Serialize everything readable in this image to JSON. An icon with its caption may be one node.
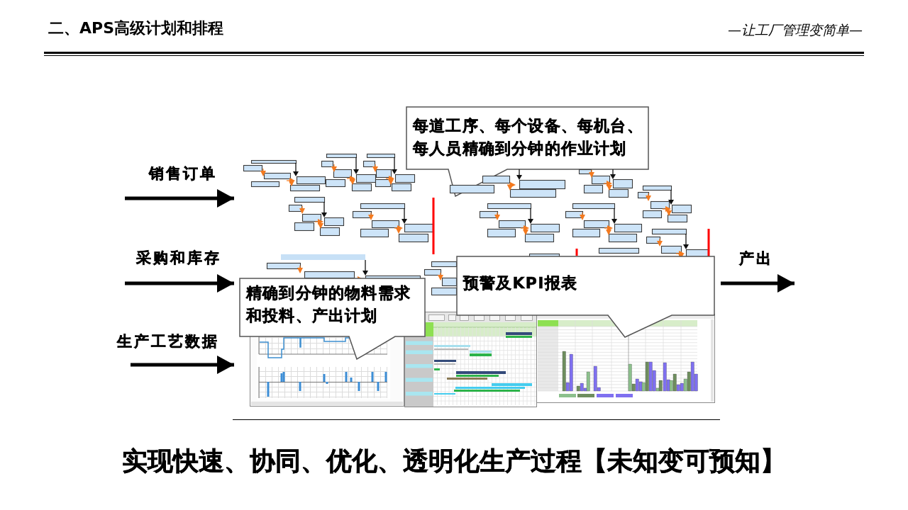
{
  "diagram": {
    "title": "二、APS高级计划和排程",
    "caption": "实现快速、协同、优化、透明化生产过程【未知变可预知】",
    "nodes": [
      {
        "text": [
          "每道工序、每个设备、每机台、每人员精确到分钟的作业计划"
        ]
      },
      {
        "text": [],
        "shape": "picture"
      },
      {
        "text": [
          "精确到分钟的物料需求和投料、产出计划"
        ],
        "in": 1
      },
      {
        "text": [
          "预警及KPI报表"
        ],
        "in": 1
      }
    ],
    "edges": [
      {
        "from": null,
        "to": 1,
        "arrow": "to",
        "label": "销售订单"
      },
      {
        "from": null,
        "to": 1,
        "arrow": "to",
        "label": "采购和库存"
      },
      {
        "from": null,
        "to": 1,
        "arrow": "to",
        "label": "生产工艺数据"
      },
      {
        "from": 1,
        "to": null,
        "arrow": "to",
        "label": "产出"
      }
    ],
    "labels": [
      "—让工厂管理变简单—"
    ]
  }
}
